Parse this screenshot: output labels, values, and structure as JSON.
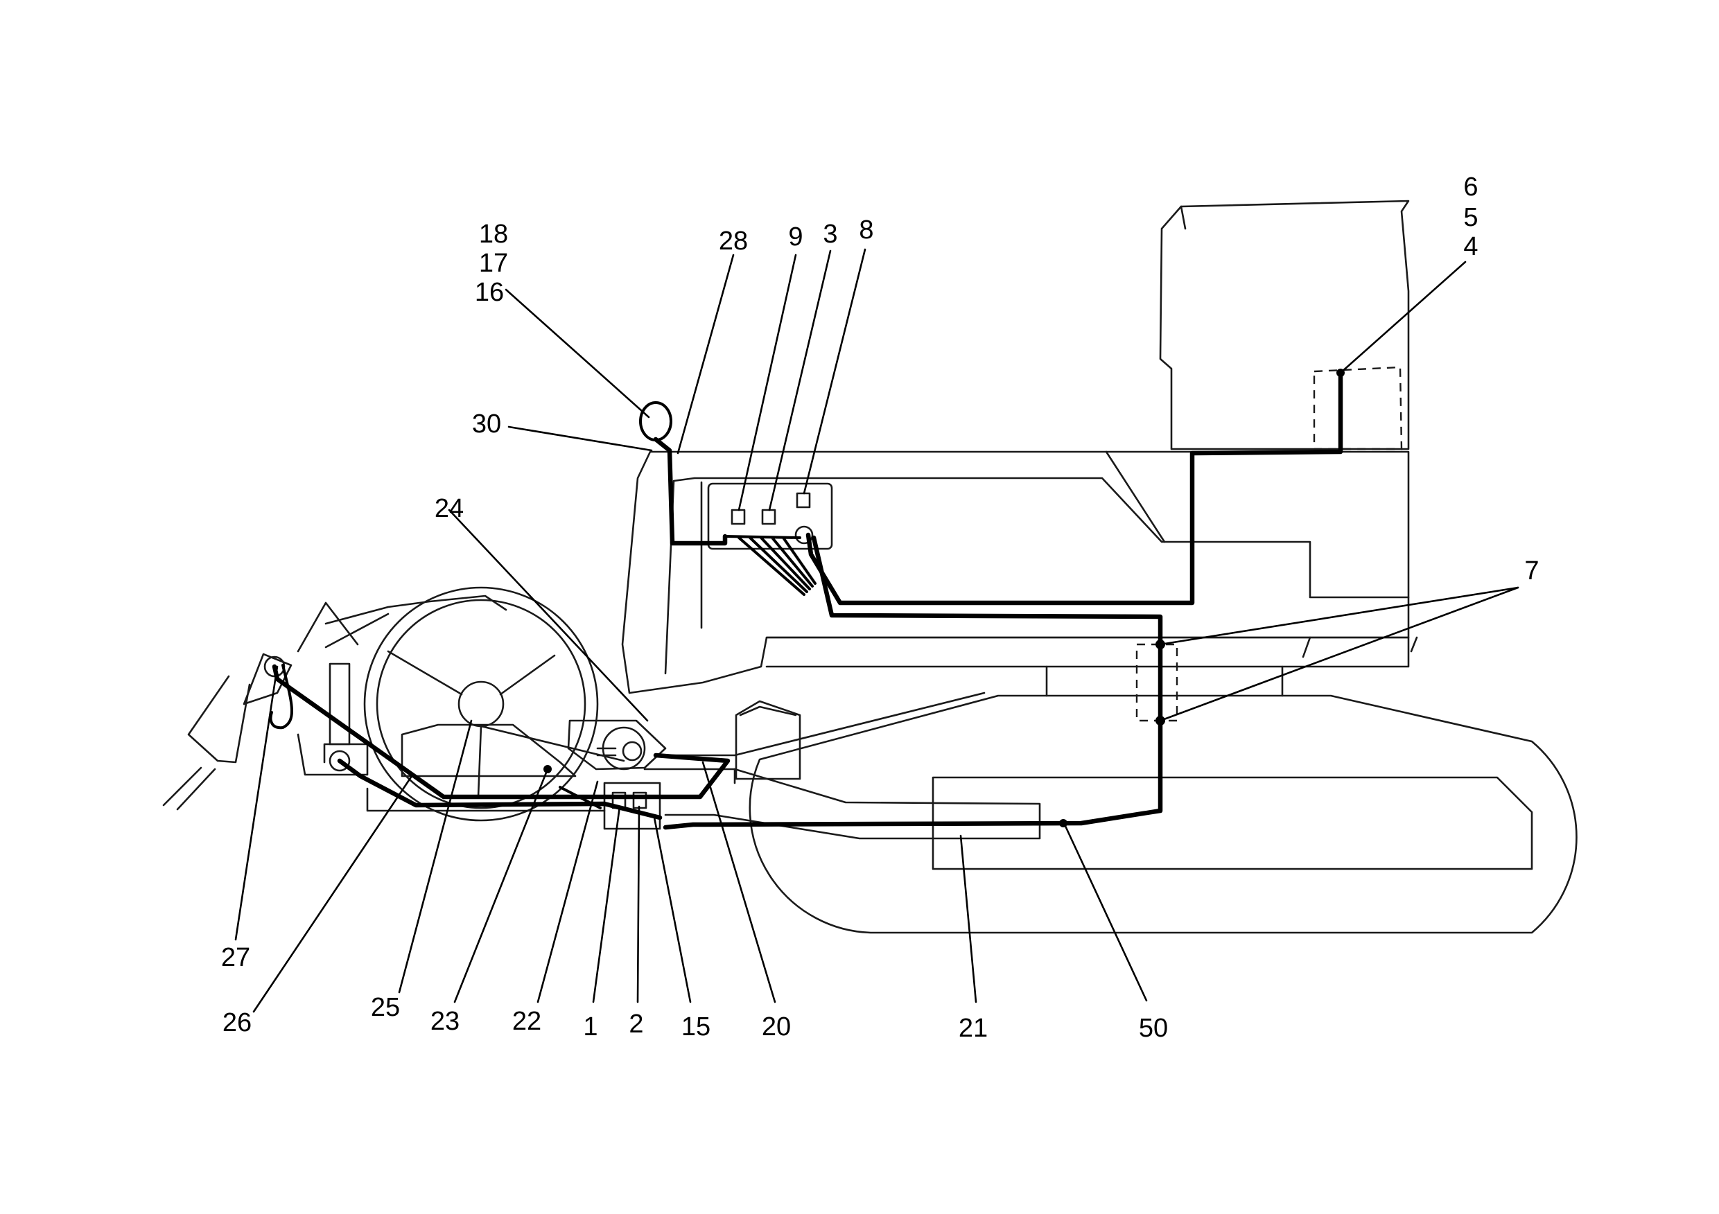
{
  "callouts": {
    "c1": "1",
    "c2": "2",
    "c3": "3",
    "c4": "4",
    "c5": "5",
    "c6": "6",
    "c7": "7",
    "c8": "8",
    "c9": "9",
    "c15": "15",
    "c16": "16",
    "c17": "17",
    "c18": "18",
    "c20": "20",
    "c21": "21",
    "c22": "22",
    "c23": "23",
    "c24": "24",
    "c25": "25",
    "c26": "26",
    "c27": "27",
    "c28": "28",
    "c30": "30",
    "c50": "50"
  }
}
